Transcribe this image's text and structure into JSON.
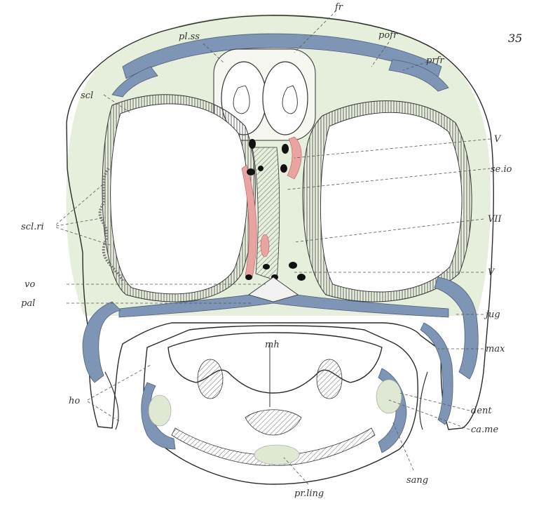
{
  "figure": {
    "plate_number": "35",
    "labels": {
      "fr": "fr",
      "pl_ss": "pl.ss",
      "pofr": "pofr",
      "prfr": "prfr",
      "scl": "scl",
      "V_upper": "V",
      "se_io": "se.io",
      "scl_ri": "scl.ri",
      "VII": "VII",
      "V_lower": "V",
      "vo": "vo",
      "pal": "pal",
      "jug": "jug",
      "mh": "mh",
      "max": "max",
      "ho": "ho",
      "dent": "dent",
      "ca_me": "ca.me",
      "sang": "sang",
      "pr_ling": "pr.ling"
    },
    "colors": {
      "bone": "#7f95b5",
      "soft_tissue": "#e6eedc",
      "nerve": "#e9a3a0",
      "outline": "#2a2a2a"
    }
  }
}
